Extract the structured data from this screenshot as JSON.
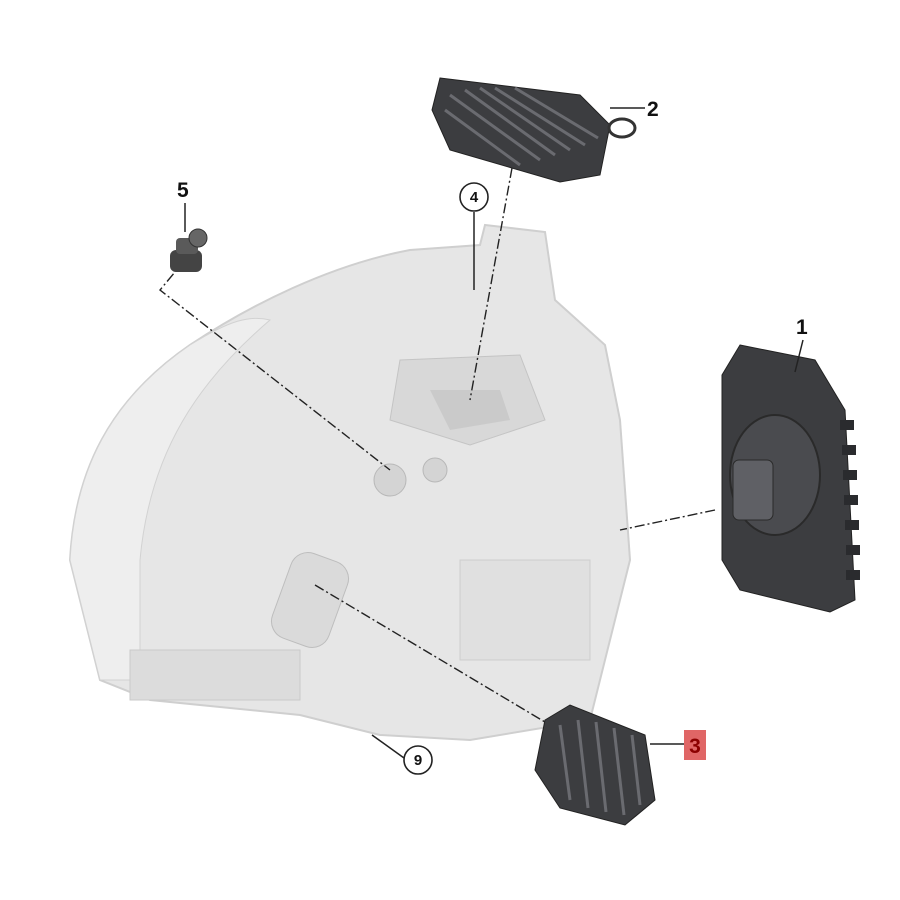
{
  "callouts": {
    "part_1": "1",
    "part_2": "2",
    "part_3": "3",
    "part_4": "4",
    "part_5": "5",
    "part_9": "9"
  },
  "highlighted_part": "3",
  "colors": {
    "highlight_bg": "#e06666",
    "highlight_text": "#8b0000",
    "housing": "#e4e4e4",
    "part_dark": "#3c3d40"
  }
}
